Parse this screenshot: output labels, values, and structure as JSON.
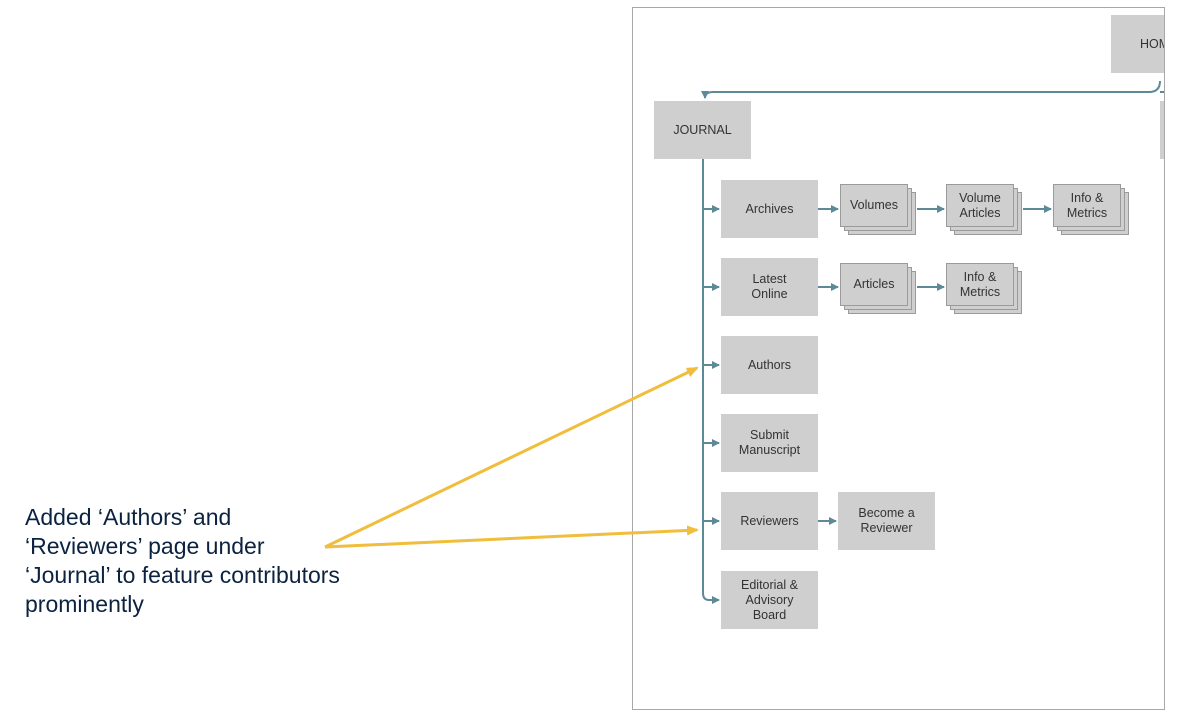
{
  "annotation": {
    "lines": [
      "Added ‘Authors’ and",
      "‘Reviewers’ page under",
      "‘Journal’ to feature contributors",
      "prominently"
    ]
  },
  "sitemap": {
    "home": "HOM",
    "journal": "JOURNAL",
    "archives": "Archives",
    "volumes": "Volumes",
    "volume_articles": [
      "Volume",
      "Articles"
    ],
    "info_metrics_1": [
      "Info &",
      "Metrics"
    ],
    "latest_online": [
      "Latest",
      "Online"
    ],
    "articles": "Articles",
    "info_metrics_2": [
      "Info &",
      "Metrics"
    ],
    "authors": "Authors",
    "submit_manuscript": [
      "Submit",
      "Manuscript"
    ],
    "reviewers": "Reviewers",
    "become_reviewer": [
      "Become a",
      "Reviewer"
    ],
    "editorial_board": [
      "Editorial &",
      "Advisory",
      "Board"
    ]
  },
  "colors": {
    "connector": "#5e8a98",
    "annotation_arrow": "#f0bd3c",
    "node_fill": "#cfcfcf",
    "annotation_text": "#0b2240"
  }
}
